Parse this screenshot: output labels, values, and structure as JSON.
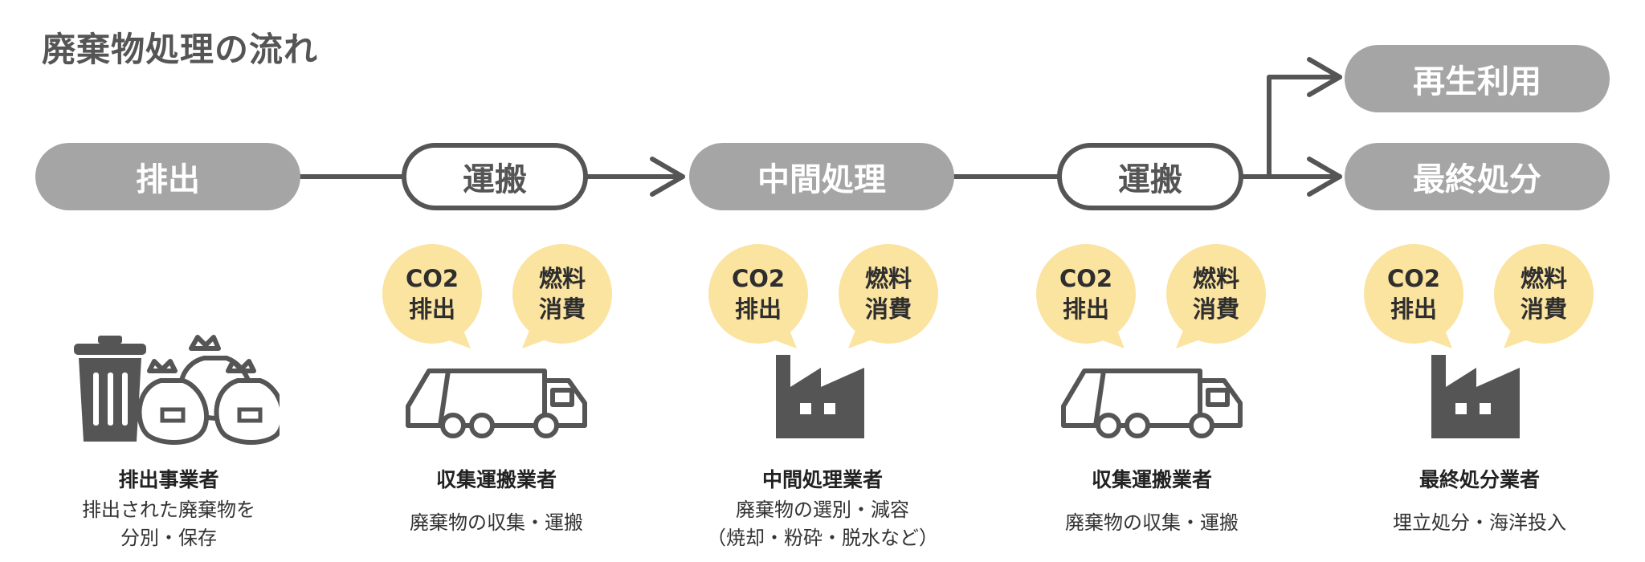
{
  "title": "廃棄物処理の流れ",
  "nodes": {
    "discharge": "排出",
    "transport1": "運搬",
    "intermediate": "中間処理",
    "transport2": "運搬",
    "recycle": "再生利用",
    "final": "最終処分"
  },
  "bubbles": {
    "co2_line1": "CO2",
    "co2_line2": "排出",
    "fuel_line1": "燃料",
    "fuel_line2": "消費",
    "color": "#fbe3a0"
  },
  "actors": [
    {
      "name": "排出事業者",
      "desc_line1": "排出された廃棄物を",
      "desc_line2": "分別・保存",
      "icon": "trash-can-and-garbage-bags-icon"
    },
    {
      "name": "収集運搬業者",
      "desc_line1": "廃棄物の収集・運搬",
      "desc_line2": "",
      "icon": "garbage-truck-icon"
    },
    {
      "name": "中間処理業者",
      "desc_line1": "廃棄物の選別・減容",
      "desc_line2": "（焼却・粉砕・脱水など）",
      "icon": "factory-icon"
    },
    {
      "name": "収集運搬業者",
      "desc_line1": "廃棄物の収集・運搬",
      "desc_line2": "",
      "icon": "garbage-truck-icon"
    },
    {
      "name": "最終処分業者",
      "desc_line1": "埋立処分・海洋投入",
      "desc_line2": "",
      "icon": "factory-icon"
    }
  ],
  "colors": {
    "filled_pill": "#a5a5a5",
    "line": "#555555",
    "icon": "#555555",
    "bubble": "#fbe3a0"
  }
}
